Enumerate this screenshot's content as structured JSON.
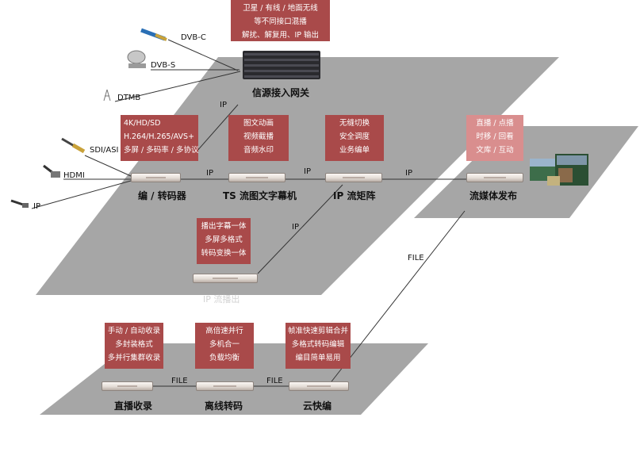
{
  "colors": {
    "platform": "#a6a6a6",
    "dark_box": "#a94a4a",
    "light_box": "#d98e8e",
    "line": "#333333"
  },
  "sources": {
    "dvbc": "DVB-C",
    "dvbs": "DVB-S",
    "dtmb": "DTMB",
    "sdi": "SDI/ASI",
    "hdmi": "HDMI",
    "ip": "IP"
  },
  "gateway": {
    "lines": [
      "卫星 / 有线 / 地面无线",
      "等不同接口混播",
      "解扰、解复用、IP 输出"
    ],
    "label": "信源接入网关"
  },
  "encoder": {
    "lines": [
      "4K/HD/SD",
      "H.264/H.265/AVS+",
      "多屏 / 多码率 / 多协议"
    ],
    "label": "编 / 转码器"
  },
  "subtitle": {
    "lines": [
      "图文动画",
      "视频截播",
      "音频水印"
    ],
    "label": "TS 流图文字幕机"
  },
  "matrix": {
    "lines": [
      "无缝切换",
      "安全调度",
      "业务编单"
    ],
    "label": "IP 流矩阵"
  },
  "streaming": {
    "lines": [
      "直播 / 点播",
      "时移 / 回看",
      "文库 / 互动"
    ],
    "label": "流媒体发布"
  },
  "playout": {
    "lines": [
      "播出字幕一体",
      "多屏多格式",
      "转码变换一体"
    ],
    "label": "IP 流播出"
  },
  "recording": {
    "lines": [
      "手动 / 自动收录",
      "多封装格式",
      "多并行集群收录"
    ],
    "label": "直播收录"
  },
  "offline": {
    "lines": [
      "高倍速并行",
      "多机合一",
      "负载均衡"
    ],
    "label": "离线转码"
  },
  "cloud_edit": {
    "lines": [
      "帧准快速剪辑合并",
      "多格式转码编辑",
      "编目简单易用"
    ],
    "label": "云快编"
  },
  "links": {
    "ip": "IP",
    "file": "FILE"
  }
}
